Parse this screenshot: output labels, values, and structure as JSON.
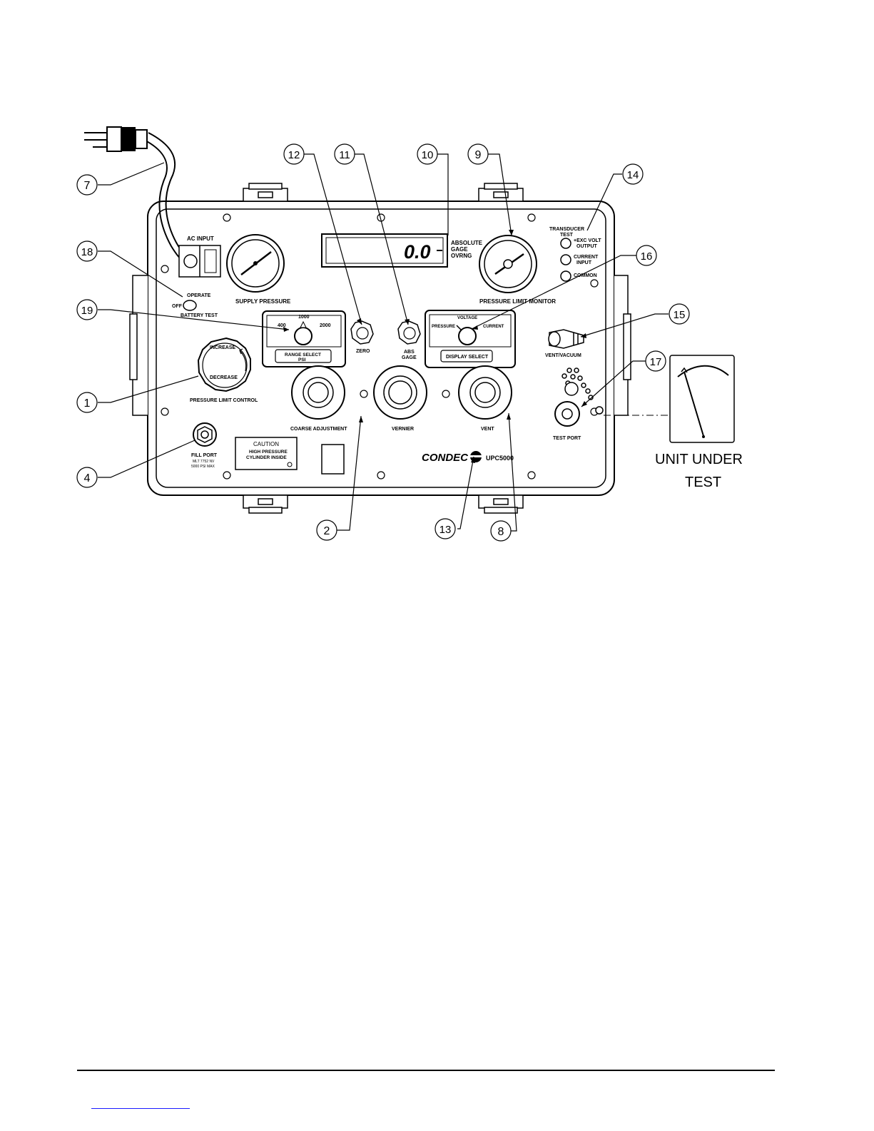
{
  "display": {
    "readout": "0.0",
    "modes": [
      "ABSOLUTE",
      "GAGE",
      "OVRNG"
    ]
  },
  "labels": {
    "ac_input": "AC INPUT",
    "supply_pressure": "SUPPLY PRESSURE",
    "pressure_limit_monitor": "PRESSURE LIMIT MONITOR",
    "operate": "OPERATE",
    "off": "OFF",
    "battery_test": "BATTERY TEST",
    "range_scale": [
      "400",
      "1000",
      "2000"
    ],
    "range_select": "RANGE SELECT",
    "range_unit": "PSI",
    "zero": "ZERO",
    "abs": "ABS",
    "gage": "GAGE",
    "display_scale": [
      "PRESSURE",
      "VOLTAGE",
      "CURRENT"
    ],
    "display_select": "DISPLAY SELECT",
    "increase": "INCREASE",
    "decrease": "DECREASE",
    "pressure_limit_control": "PRESSURE LIMIT CONTROL",
    "coarse_adjustment": "COARSE ADJUSTMENT",
    "vernier": "VERNIER",
    "vent": "VENT",
    "transducer": "TRANSDUCER",
    "test": "TEST",
    "exc_volt": "+EXC VOLT",
    "output": "OUTPUT",
    "current": "CURRENT",
    "input": "INPUT",
    "common": "COMMON",
    "vent_vacuum": "VENT/VACUUM",
    "test_port": "TEST PORT",
    "fill_port": "FILL PORT",
    "fill_port_note1": "MLT 7752 NV",
    "fill_port_note2": "5000 PSI MAX",
    "caution": "CAUTION",
    "caution_line1": "HIGH PRESSURE",
    "caution_line2": "CYLINDER INSIDE",
    "brand": "CONDEC",
    "model": "UPC5000",
    "unit_under_test_1": "UNIT UNDER",
    "unit_under_test_2": "TEST"
  },
  "callouts": [
    "1",
    "2",
    "4",
    "7",
    "8",
    "9",
    "10",
    "11",
    "12",
    "13",
    "14",
    "15",
    "16",
    "17",
    "18",
    "19"
  ]
}
